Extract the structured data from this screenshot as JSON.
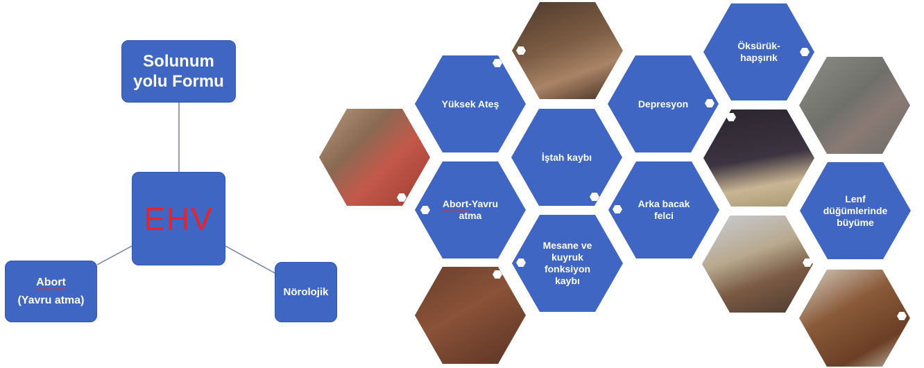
{
  "center": {
    "label": "EHV"
  },
  "top_box": {
    "line1": "Solunum",
    "line2": "yolu Formu"
  },
  "left_box": {
    "line1": "Abort",
    "line2": "(Yavru atma)"
  },
  "right_box": {
    "label": "Nörolojik"
  },
  "hexes": {
    "yuksek_ates": "Yüksek Ateş",
    "istah": "İştah kaybı",
    "abort_a": "Abort",
    "abort_b": "-Yavru",
    "abort_c": "atma",
    "mesane_1": "Mesane ve",
    "mesane_2": "kuyruk",
    "mesane_3": "fonksiyon",
    "mesane_4": "kaybı",
    "depresyon": "Depresyon",
    "oksuruk_1": "Öksürük-",
    "oksuruk_2": "hapşırık",
    "arka_1": "Arka bacak",
    "arka_2": "felci",
    "lenf_1": "Lenf",
    "lenf_2": "düğümlerinde",
    "lenf_3": "büyüme"
  },
  "colors": {
    "box_blue": "#3f66c3",
    "ehv_red": "#e8232a",
    "line": "#6b7fa8"
  }
}
